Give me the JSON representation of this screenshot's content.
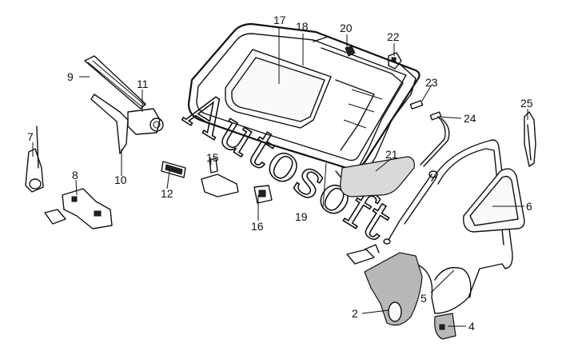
{
  "watermark": "Autosoft",
  "callouts": {
    "c2": "2",
    "c4": "4",
    "c5": "5",
    "c6": "6",
    "c7": "7",
    "c8": "8",
    "c9": "9",
    "c10": "10",
    "c11": "11",
    "c12": "12",
    "c15": "15",
    "c16": "16",
    "c17": "17",
    "c18": "18",
    "c19": "19",
    "c20": "20",
    "c21": "21",
    "c22": "22",
    "c23": "23",
    "c24": "24",
    "c25": "25"
  },
  "colors": {
    "ink": "#111111",
    "shade": "#d9d9d9",
    "background": "#ffffff"
  }
}
